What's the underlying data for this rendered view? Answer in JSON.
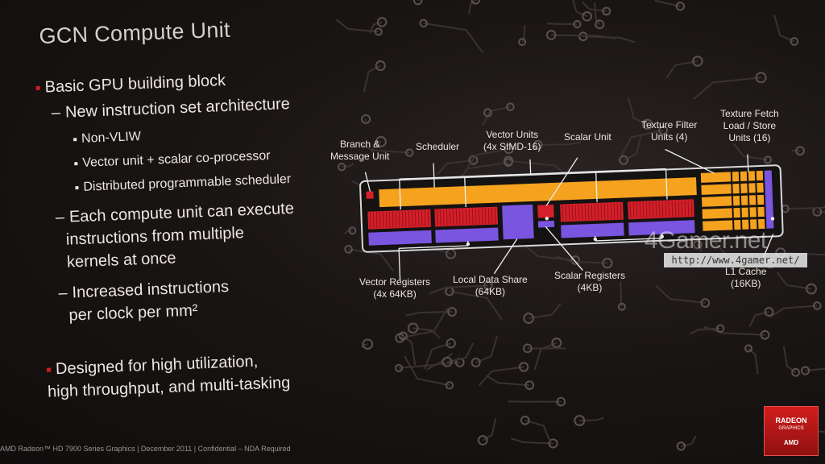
{
  "slide": {
    "title": "GCN Compute Unit",
    "bullets": [
      {
        "level": 1,
        "text": "Basic GPU building block"
      },
      {
        "level": 2,
        "text": "New instruction set architecture"
      },
      {
        "level": 3,
        "text": "Non-VLIW"
      },
      {
        "level": 3,
        "text": "Vector unit + scalar co-processor"
      },
      {
        "level": 3,
        "text": "Distributed programmable scheduler"
      },
      {
        "level": 2,
        "text": "Each compute unit can execute"
      },
      {
        "level": 2,
        "text": "instructions from multiple"
      },
      {
        "level": 2,
        "text": "kernels at once"
      },
      {
        "level": 2,
        "text": "Increased instructions"
      },
      {
        "level": 2,
        "text": "per clock per mm²"
      },
      {
        "level": 1,
        "text": "Designed for high utilization,"
      },
      {
        "level": 1,
        "text": "high throughput, and multi-tasking"
      }
    ]
  },
  "diagram": {
    "labels": {
      "branch": "Branch &\nMessage Unit",
      "scheduler": "Scheduler",
      "vector_units": "Vector Units\n(4x SIMD-16)",
      "scalar_unit": "Scalar Unit",
      "texture_filter": "Texture Filter\nUnits (4)",
      "texture_fetch": "Texture Fetch\nLoad / Store\nUnits (16)",
      "vector_registers": "Vector Registers\n(4x 64KB)",
      "local_data_share": "Local Data Share\n(64KB)",
      "scalar_registers": "Scalar Registers\n(4KB)",
      "l1_cache": "L1 Cache\n(16KB)"
    },
    "colors": {
      "orange": "#f5a21e",
      "red": "#d4202a",
      "purple": "#7a55e0",
      "frame": "#d8d8d8"
    }
  },
  "watermark": {
    "brand": "4Gamer.net",
    "url": "http://www.4gamer.net/"
  },
  "footer": "AMD Radeon™ HD 7900 Series Graphics  |  December 2011  |  Confidential – NDA Required",
  "logo": {
    "line1": "RADEON",
    "line2": "GRAPHICS",
    "line3": "AMD"
  }
}
